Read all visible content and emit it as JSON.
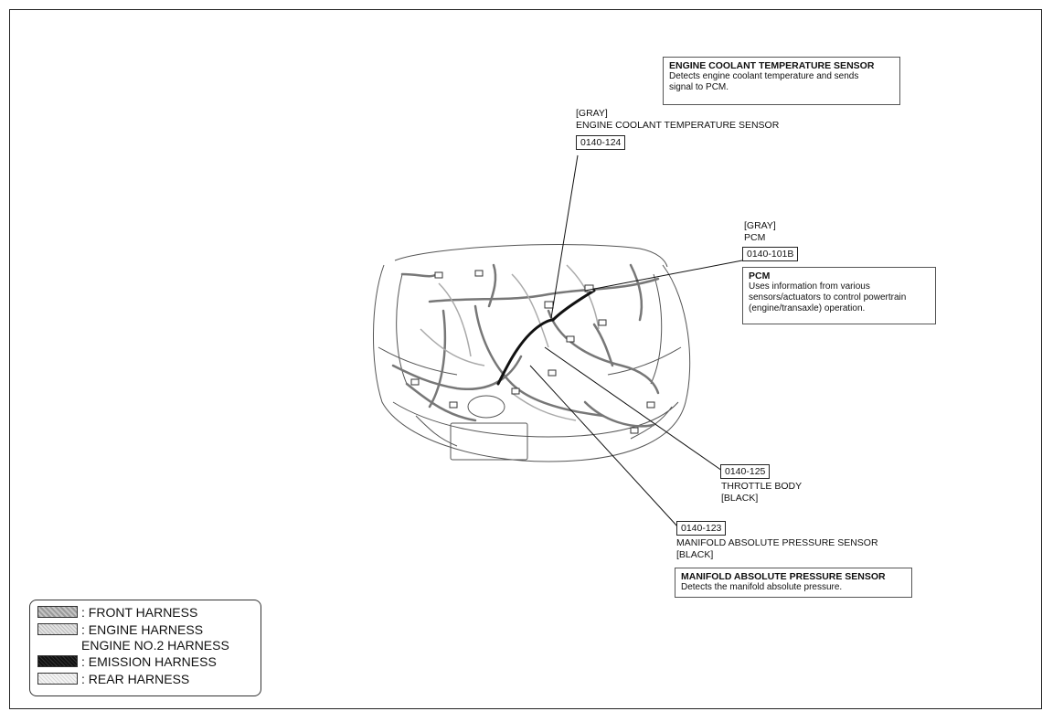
{
  "callouts": {
    "ect": {
      "color": "[GRAY]",
      "name": "ENGINE COOLANT TEMPERATURE SENSOR",
      "code": "0140-124",
      "desc_title": "ENGINE COOLANT TEMPERATURE SENSOR",
      "desc_body": "Detects engine coolant temperature and sends\nsignal to PCM."
    },
    "pcm": {
      "color": "[GRAY]",
      "name": "PCM",
      "code": "0140-101B",
      "desc_title": "PCM",
      "desc_body": "Uses information from various\nsensors/actuators to control powertrain\n(engine/transaxle) operation."
    },
    "throttle": {
      "code": "0140-125",
      "name": "THROTTLE BODY",
      "color": "[BLACK]"
    },
    "map": {
      "code": "0140-123",
      "name": "MANIFOLD ABSOLUTE PRESSURE SENSOR",
      "color": "[BLACK]",
      "desc_title": "MANIFOLD ABSOLUTE PRESSURE SENSOR",
      "desc_body": "Detects the manifold absolute pressure."
    }
  },
  "legend": {
    "front": ": FRONT HARNESS",
    "engine": ": ENGINE HARNESS",
    "engine_no2": "ENGINE NO.2 HARNESS",
    "emission": ": EMISSION HARNESS",
    "rear": ": REAR HARNESS",
    "colors": {
      "front": "#a9a9a9",
      "engine": "#c9c9c9",
      "emission": "#1a1a1a",
      "rear": "#e4e4e4"
    }
  }
}
